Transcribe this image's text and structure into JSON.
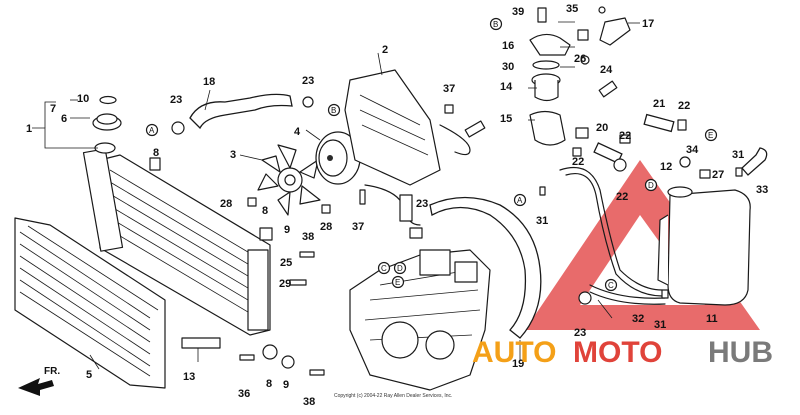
{
  "watermark": {
    "brand_part1": "AUTO",
    "brand_part2": "MOTO",
    "brand_part3": "HUB",
    "color_part1": "#f4a018",
    "color_part2": "#e0433a",
    "color_part3": "#7a7a7a",
    "triangle_color": "#e03a3a"
  },
  "front_indicator": "FR.",
  "copyright": "Copyright (c) 2004-22 Ray Allen Dealer Services, Inc.",
  "callouts": {
    "p1": "1",
    "p2": "2",
    "p3": "3",
    "p4": "4",
    "p5": "5",
    "p6": "6",
    "p7": "7",
    "p8a": "8",
    "p8b": "8",
    "p8c": "8",
    "p9a": "9",
    "p9b": "9",
    "p10": "10",
    "p11": "11",
    "p12": "12",
    "p13": "13",
    "p14": "14",
    "p15": "15",
    "p16": "16",
    "p17": "17",
    "p18": "18",
    "p19": "19",
    "p20": "20",
    "p21": "21",
    "p22a": "22",
    "p22b": "22",
    "p22c": "22",
    "p22d": "22",
    "p23a": "23",
    "p23b": "23",
    "p23c": "23",
    "p23d": "23",
    "p24": "24",
    "p25": "25",
    "p26": "26",
    "p27": "27",
    "p28a": "28",
    "p28b": "28",
    "p29": "29",
    "p30": "30",
    "p31a": "31",
    "p31b": "31",
    "p31c": "31",
    "p32": "32",
    "p33": "33",
    "p34": "34",
    "p35": "35",
    "p36": "36",
    "p37a": "37",
    "p37b": "37",
    "p38a": "38",
    "p38b": "38",
    "p39": "39"
  },
  "ref_circles": {
    "a1": "A",
    "a2": "A",
    "b1": "B",
    "b2": "B",
    "c1": "C",
    "c2": "C",
    "d1": "D",
    "d2": "D",
    "e1": "E",
    "e2": "E"
  }
}
